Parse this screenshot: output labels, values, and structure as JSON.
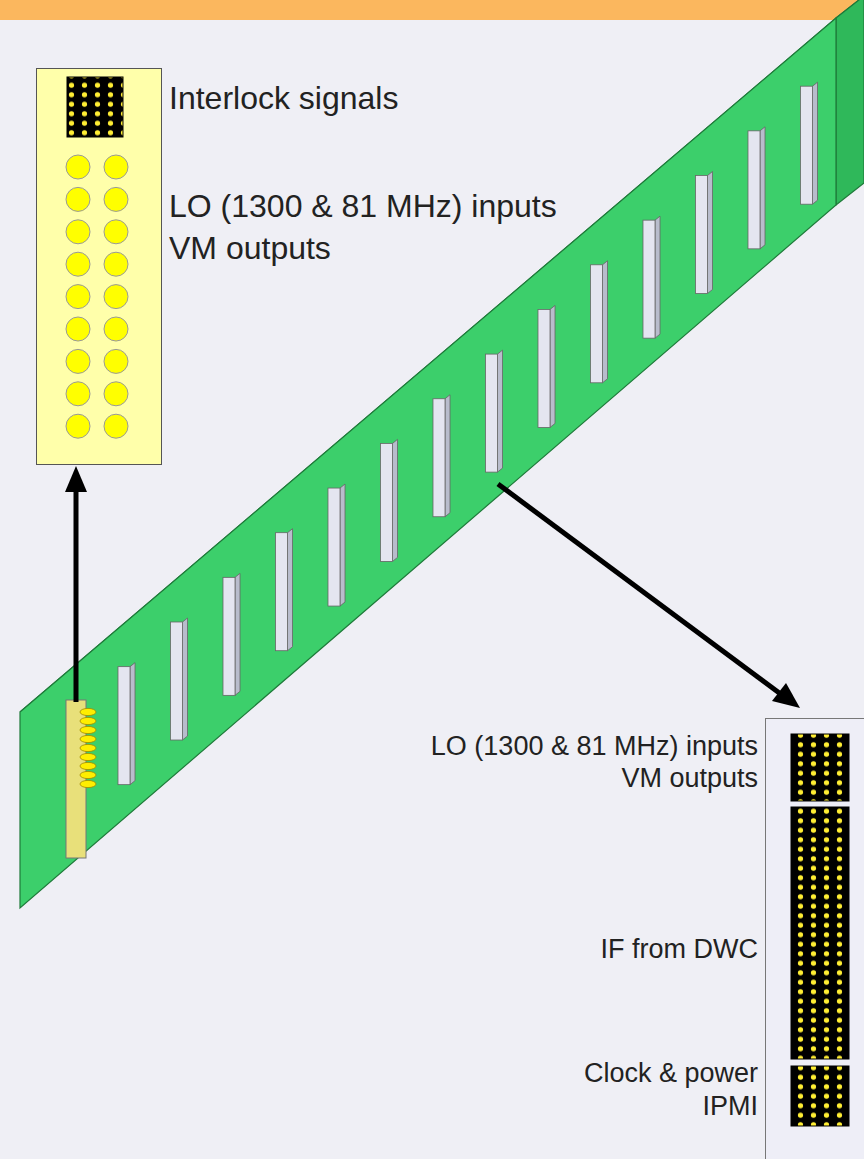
{
  "diagram": {
    "nodes": [
      {
        "text": [
          "Interlock signals",
          "LO (1300 & 81 MHz) inputs VM outputs"
        ]
      },
      {
        "text": [
          "LO (1300 & 81 MHz) inputs VM outputs",
          "IF from DWC",
          "Clock & power IPMI"
        ]
      }
    ]
  }
}
